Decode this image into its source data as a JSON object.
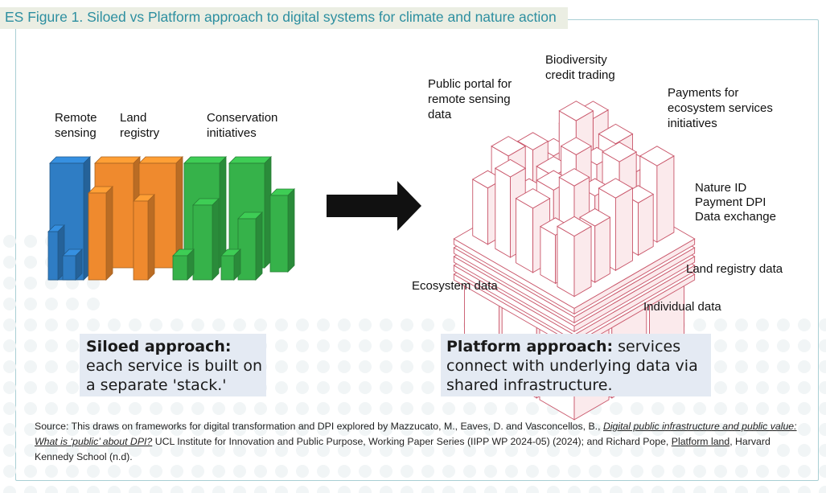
{
  "figure": {
    "title": "ES Figure 1. Siloed vs Platform approach to digital systems for climate and nature action"
  },
  "siloed": {
    "labels": [
      "Remote sensing",
      "Land registry",
      "Conservation initiatives"
    ],
    "caption_bold": "Siloed approach:",
    "caption_text": "each service is built on a separate 'stack.'"
  },
  "platform": {
    "labels": [
      "Public portal for remote sensing data",
      "Biodiversity credit trading",
      "Payments for ecosystem services initiatives",
      "Nature ID",
      "Payment DPI",
      "Data exchange",
      "Land registry data",
      "Ecosystem data",
      "Individual data"
    ],
    "caption_bold": "Platform approach:",
    "caption_text": "services connect with underlying data via shared infrastructure."
  },
  "source": {
    "prefix": "Source: This draws on frameworks for digital transformation and DPI explored by Mazzucato, M., Eaves, D. and Vasconcellos, B., ",
    "link1": "Digital public infrastructure and public value: What is ‘public’ about DPI?",
    "middle": " UCL Institute for Innovation and Public Purpose, Working Paper Series (IIPP WP 2024-05) (2024); and Richard Pope, ",
    "link2": "Platform land",
    "suffix": ", Harvard Kennedy School (n.d)."
  },
  "colors": {
    "remote_sensing": "#2f7dc4",
    "land_registry": "#ef8a2e",
    "conservation": "#36b24a",
    "platform_stroke": "#c9566a",
    "platform_fill": "#fbeaec",
    "accent": "#2d8fa0"
  }
}
